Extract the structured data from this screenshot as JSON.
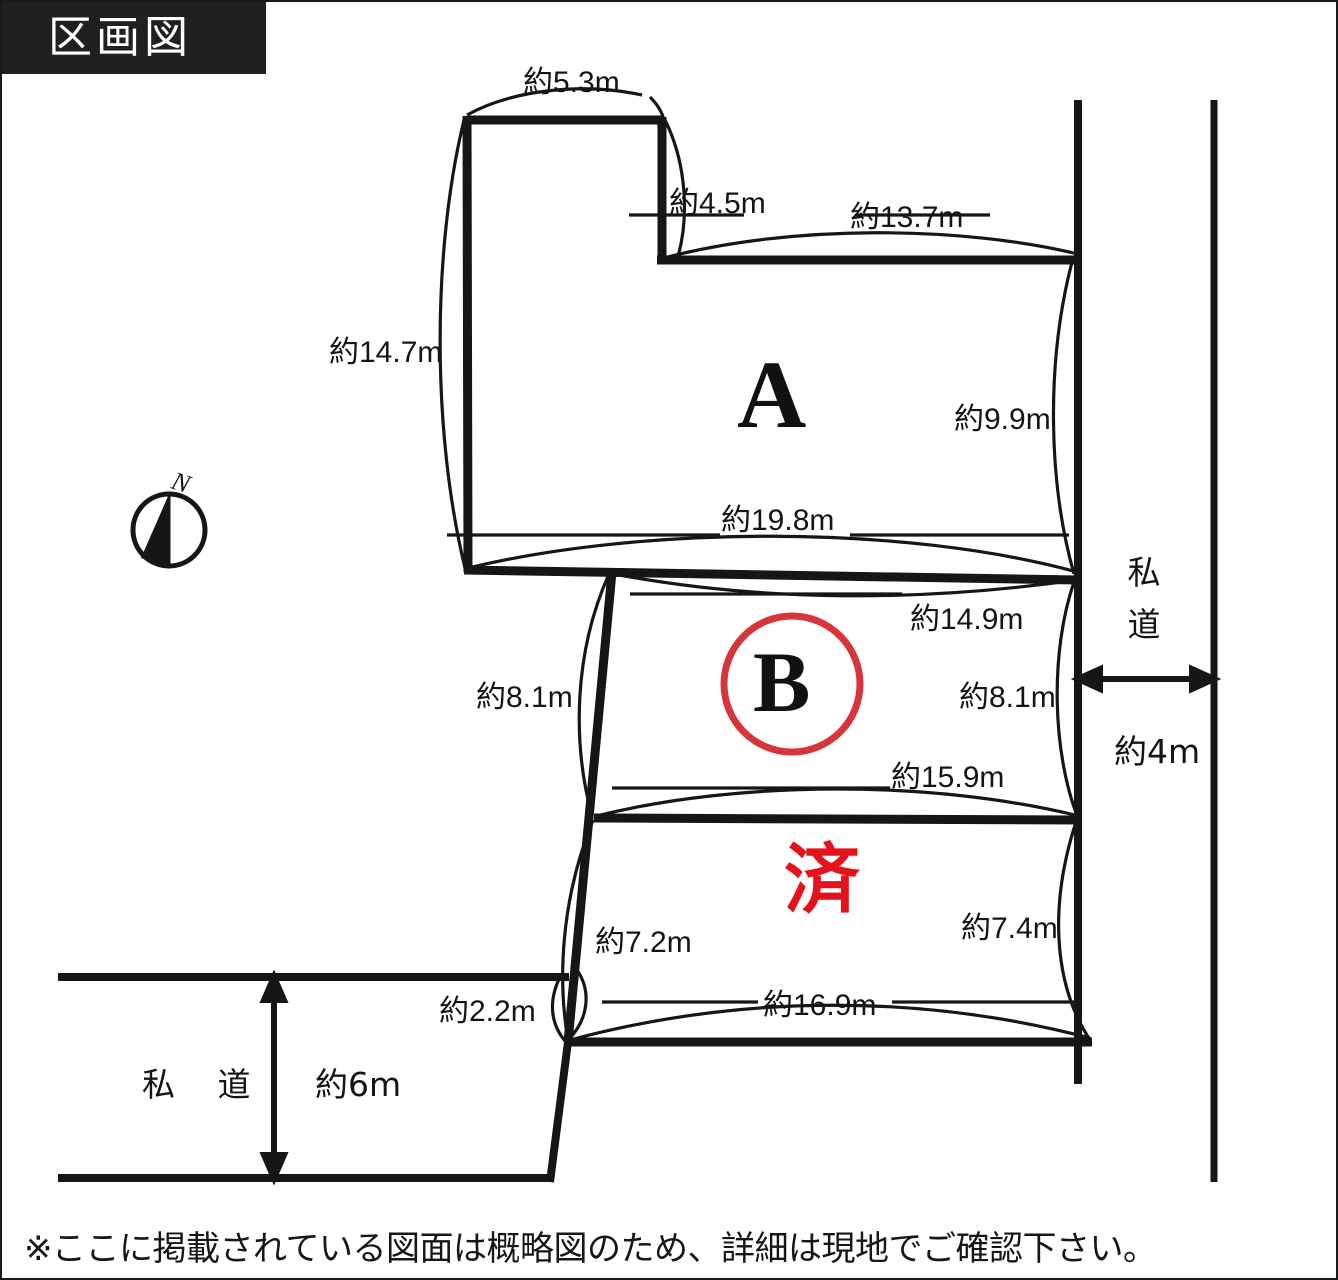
{
  "header": {
    "title": "区画図"
  },
  "footer": {
    "note": "※ここに掲載されている図面は概略図のため、詳細は現地でご確認下さい。"
  },
  "compass": {
    "north_label": "N"
  },
  "lots": {
    "a_label": "A",
    "b_label": "B",
    "sold_stamp": "済"
  },
  "roads": {
    "east_private_road": "私道",
    "south_private_road": "私 道",
    "east_width": "約4m",
    "south_width": "約6m"
  },
  "dimensions": {
    "top_notch_width": "約5.3m",
    "notch_drop": "約4.5m",
    "lot_a_top": "約13.7m",
    "lot_a_left": "約14.7m",
    "lot_a_right": "約9.9m",
    "lot_a_bottom": "約19.8m",
    "lot_b_top": "約14.9m",
    "lot_b_left": "約8.1m",
    "lot_b_right": "約8.1m",
    "lot_b_bottom": "約15.9m",
    "lot_c_left": "約7.2m",
    "lot_c_right": "約7.4m",
    "lot_c_bottom": "約16.9m",
    "south_stub": "約2.2m"
  }
}
